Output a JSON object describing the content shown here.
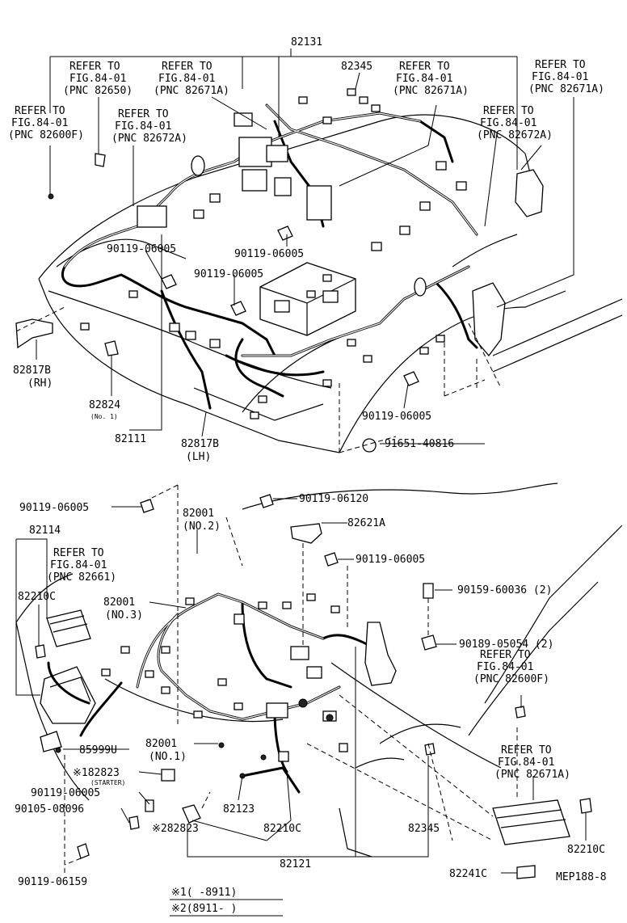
{
  "labels": {
    "l82131": "82131",
    "l82345top": "82345",
    "refer_label": "REFER TO",
    "fig_label": "FIG.84-01",
    "ref_82650": "(PNC 82650)",
    "ref_82671A": "(PNC 82671A)",
    "ref_82600F": "(PNC 82600F)",
    "ref_82672A": "(PNC 82672A)",
    "ref_82661": "(PNC 82661)",
    "bolt_06005": "90119-06005",
    "bolt_06120": "90119-06120",
    "bolt_06159": "90119-06159",
    "bolt_08096": "90105-08096",
    "clip_60036": "90159-60036 (2)",
    "clip_05054": "90189-05054 (2)",
    "clamp_40816": "91651-40816",
    "l82817B": "82817B",
    "rh": "(RH)",
    "lh": "(LH)",
    "l82824": "82824",
    "no1": "(No. 1)",
    "l82111": "82111",
    "l82114": "82114",
    "l82210C": "82210C",
    "l82001": "82001",
    "no2": "(NO.2)",
    "no3": "(NO.3)",
    "no1b": "(NO.1)",
    "l82621A": "82621A",
    "l85999U": "85999U",
    "l82823_1": "※182823",
    "starter": "(STARTER)",
    "l82123": "82123",
    "l82823_2": "※282823",
    "l82345bot": "82345",
    "l82121": "82121",
    "l82241C": "82241C",
    "code": "MEP188-8",
    "note1": "※1(      -8911)",
    "note2": "※2(8911-      )"
  }
}
